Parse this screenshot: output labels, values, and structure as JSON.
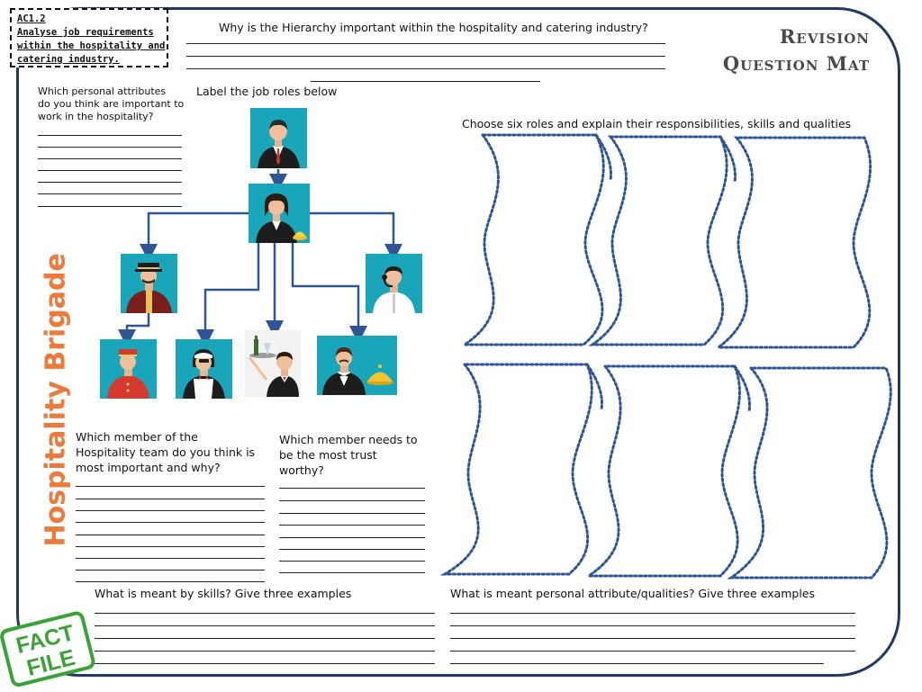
{
  "ac_box": {
    "line1": "AC1.2",
    "line2": "Analyse job requirements",
    "line3": "within the hospitality and",
    "line4": "catering industry."
  },
  "hierarchy_question": "Why is the Hierarchy important within the hospitality and catering industry?",
  "title": {
    "line1": "Revision",
    "line2": "Question Mat"
  },
  "attributes_question": {
    "line1": "Which personal attributes",
    "line2": "do you think are important to",
    "line3": "work in the hospitality?"
  },
  "label_prompt": "Label the job roles below",
  "choose_prompt": "Choose  six roles and explain their responsibilities, skills and qualities",
  "vertical_title": "Hospitality Brigade",
  "important_question": {
    "line1": "Which member of the",
    "line2": "Hospitality team do you think is",
    "line3": "most important and why?"
  },
  "trust_question": {
    "line1": "Which member needs to",
    "line2": "be the most trust",
    "line3": "worthy?"
  },
  "skills_question": "What is meant by skills? Give three examples",
  "qualities_question": "What is meant personal attribute/qualities? Give three examples",
  "badge": {
    "line1": "FACT",
    "line2": "FILE"
  },
  "colors": {
    "frame": "#1f3b63",
    "accent": "#ec7a3a",
    "tile": "#19a6bb",
    "arrow": "#2f5597",
    "scroll": "#2f5597",
    "badge": "#3aa335"
  }
}
